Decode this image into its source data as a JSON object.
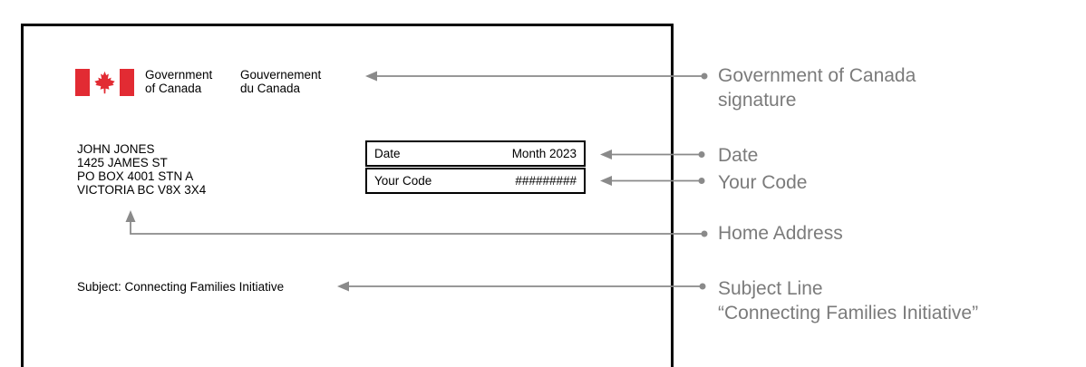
{
  "colors": {
    "flag_red": "#e22b33",
    "letter_border": "#000000",
    "annotation_text": "#7b7b7b",
    "arrow_gray": "#8a8a8a"
  },
  "letter": {
    "signature": {
      "english": [
        "Government",
        "of Canada"
      ],
      "french": [
        "Gouvernement",
        "du Canada"
      ]
    },
    "address_lines": [
      "JOHN JONES",
      "1425 JAMES ST",
      "PO BOX 4001 STN A",
      "VICTORIA BC V8X 3X4"
    ],
    "info_table": {
      "rows": [
        {
          "label": "Date",
          "value": "Month 2023"
        },
        {
          "label": "Your Code",
          "value": "#########"
        }
      ]
    },
    "subject_line": "Subject: Connecting Families Initiative"
  },
  "annotations": [
    {
      "lines": [
        "Government of Canada",
        "signature"
      ]
    },
    {
      "lines": [
        "Date"
      ]
    },
    {
      "lines": [
        "Your Code"
      ]
    },
    {
      "lines": [
        "Home Address"
      ]
    },
    {
      "lines": [
        "Subject Line",
        "“Connecting Families Initiative”"
      ]
    }
  ]
}
